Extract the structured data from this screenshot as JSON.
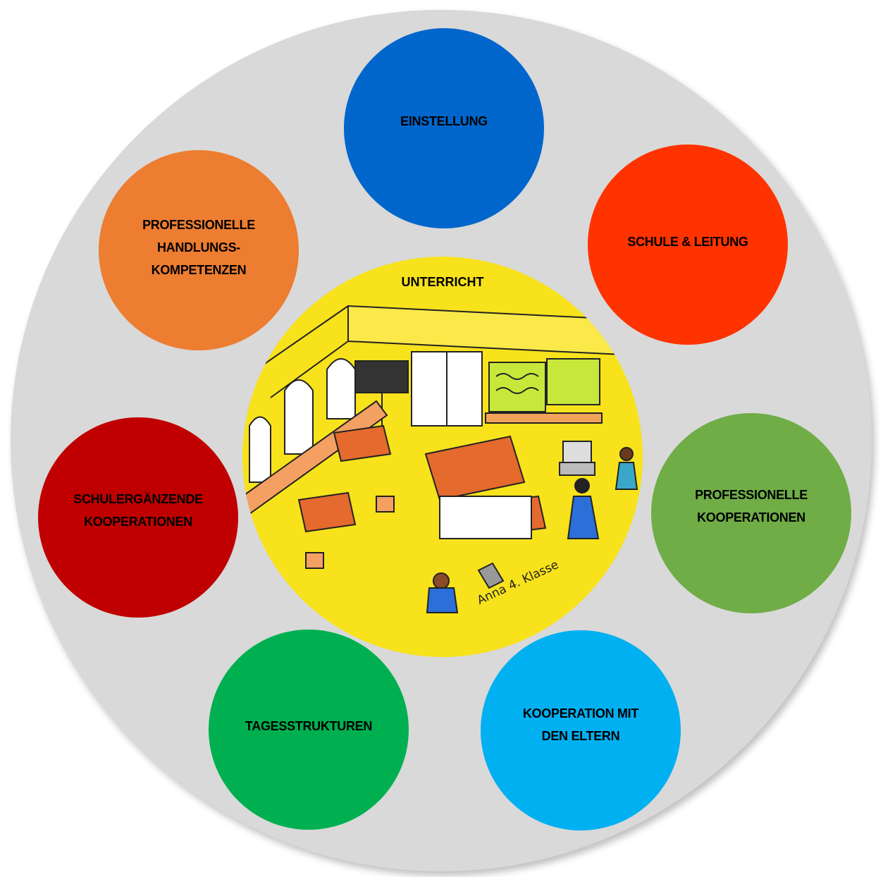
{
  "center": {
    "label": "UNTERRICHT",
    "signature": "Anna 4. Klasse",
    "color": "#f7e21c",
    "illustration": "classroom-drawing"
  },
  "topics": [
    {
      "id": "einstellung",
      "label": "EINSTELLUNG",
      "color": "#0066cc"
    },
    {
      "id": "schule",
      "label": "SCHULE & LEITUNG",
      "color": "#ff3300"
    },
    {
      "id": "prof_koop",
      "label": "PROFESSIONELLE\nKOOPERATIONEN",
      "color": "#70ad47"
    },
    {
      "id": "eltern",
      "label": "KOOPERATION MIT\nDEN ELTERN",
      "color": "#00b0f0"
    },
    {
      "id": "tages",
      "label": "TAGESSTRUKTUREN",
      "color": "#00b050"
    },
    {
      "id": "schulerg",
      "label": "SCHULERGÄNZENDE\nKOOPERATIONEN",
      "color": "#c00000"
    },
    {
      "id": "handlung",
      "label": "PROFESSIONELLE\nHANDLUNGS-\nKOMPETENZEN",
      "color": "#ed7d31"
    }
  ],
  "ring_color": "#d9d9d9"
}
